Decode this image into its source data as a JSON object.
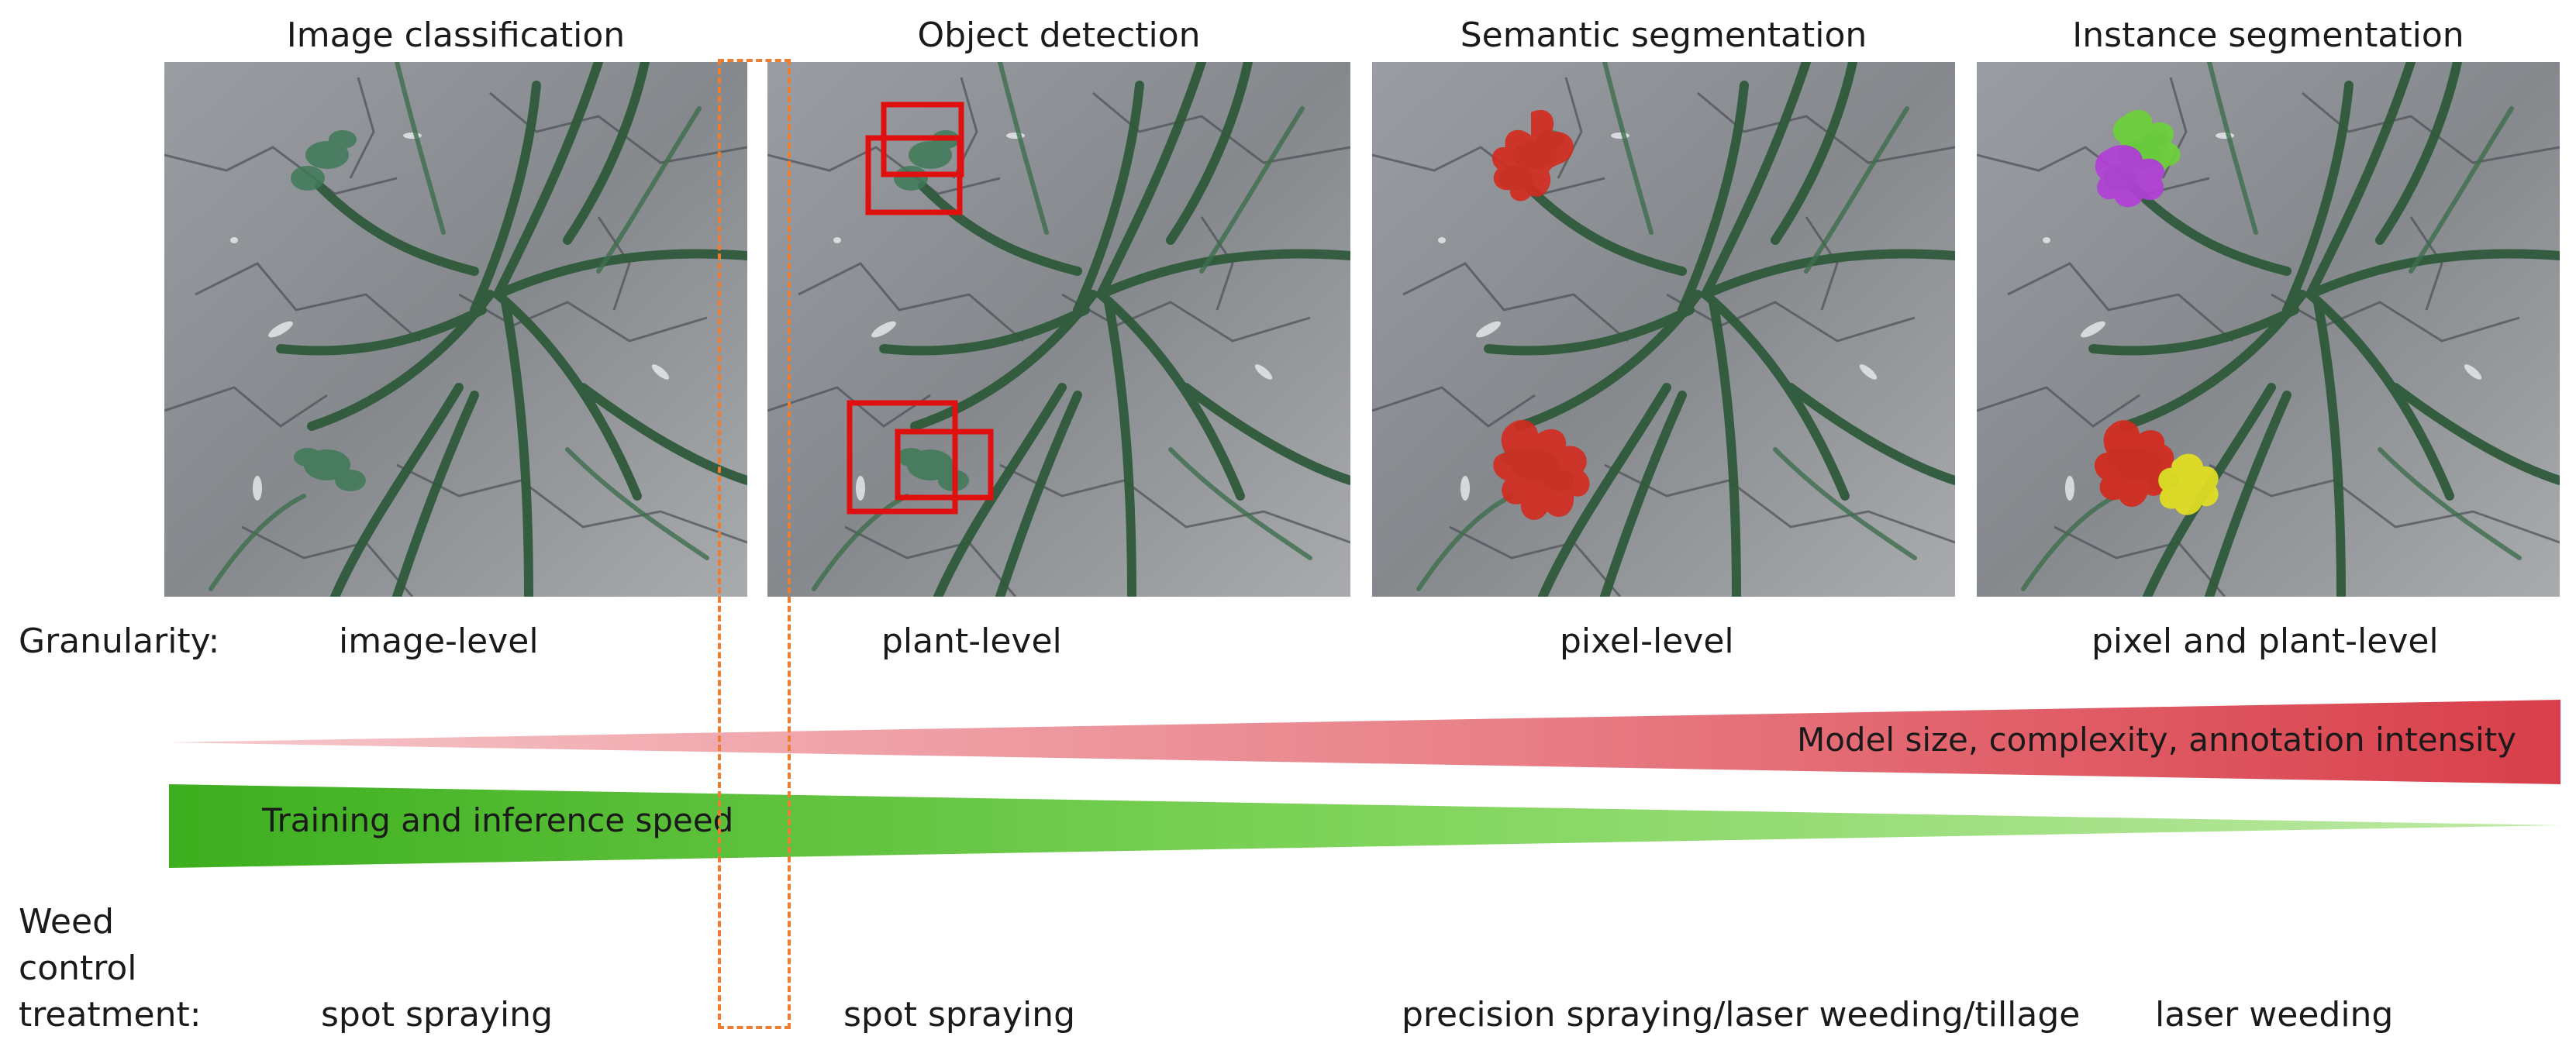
{
  "titles": {
    "classification": "Image classification",
    "detection": "Object detection",
    "semantic": "Semantic segmentation",
    "instance": "Instance segmentation"
  },
  "granularity": {
    "label": "Granularity:",
    "classification": "image-level",
    "detection": "plant-level",
    "semantic": "pixel-level",
    "instance": "pixel and plant-level"
  },
  "wedges": {
    "complexity_label": "Model size, complexity, annotation intensity",
    "speed_label": "Training and inference speed"
  },
  "treatment": {
    "label_line1": "Weed",
    "label_line2": "control",
    "label_line3": "treatment:",
    "classification": "spot spraying",
    "detection": "spot spraying",
    "semantic": "precision spraying/laser weeding/tillage",
    "instance": "laser weeding"
  },
  "colors": {
    "complexity_wedge": "#e0525b",
    "speed_wedge": "#4fbf2c",
    "detection_box": "#e01010",
    "semantic_mask": "#d42a1e",
    "instance_mask_green": "#6dd13a",
    "instance_mask_magenta": "#b23fd6",
    "instance_mask_red": "#d42a1e",
    "instance_mask_yellow": "#e3e021",
    "dashed_highlight": "#ed7d31"
  }
}
